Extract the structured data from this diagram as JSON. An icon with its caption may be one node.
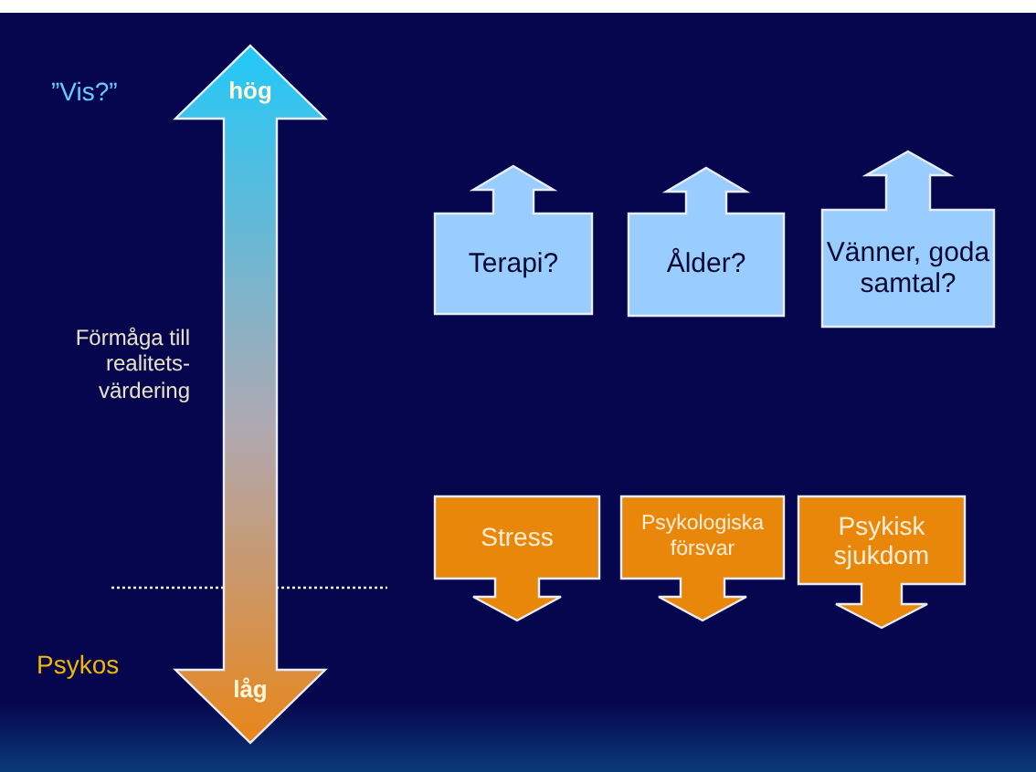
{
  "diagram": {
    "nodes": [
      {
        "text": [
          "hög",
          "låg"
        ]
      },
      {
        "text": [
          "Terapi?"
        ]
      },
      {
        "text": [
          "Ålder?"
        ]
      },
      {
        "text": [
          "Vänner, goda samtal?"
        ]
      },
      {
        "text": [
          "Stress"
        ]
      },
      {
        "text": [
          "Psykologiska försvar"
        ]
      },
      {
        "text": [
          "Psykisk sjukdom"
        ]
      }
    ],
    "labels": [
      "”Vis?”",
      "Förmåga till realitets- värdering",
      "Psykos"
    ]
  }
}
